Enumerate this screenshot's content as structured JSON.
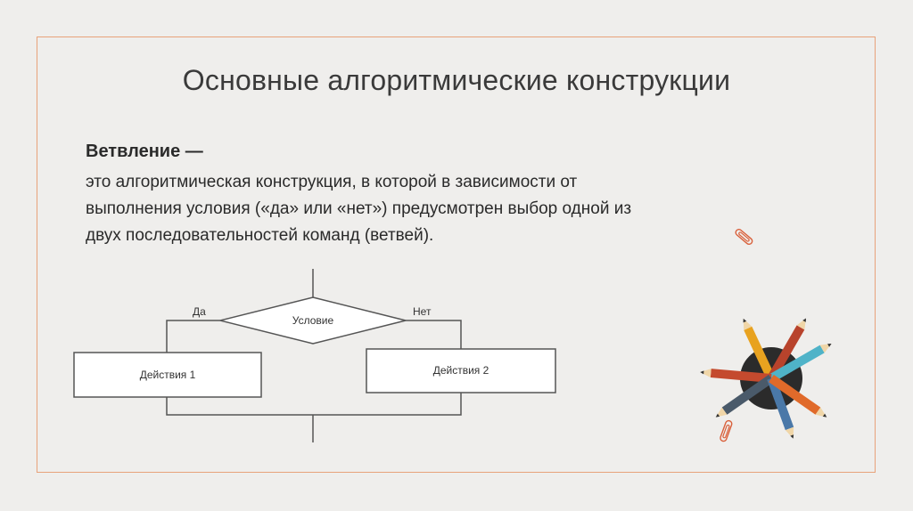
{
  "slide": {
    "title": "Основные алгоритмические конструкции",
    "term": "Ветвление —",
    "definition_lines": [
      "это алгоритмическая конструкция, в которой в зависимости от",
      "выполнения условия («да» или «нет») предусмотрен выбор одной из",
      "двух последовательностей команд (ветвей)."
    ]
  },
  "flowchart": {
    "condition": "Условие",
    "yes_label": "Да",
    "no_label": "Нет",
    "action_left": "Действия 1",
    "action_right": "Действия 2"
  },
  "colors": {
    "frame": "#e8a27a",
    "background": "#efeeec",
    "line": "#555555"
  },
  "decorations": [
    "paperclip-icon",
    "pencils-cup-icon",
    "paperclip-icon"
  ]
}
